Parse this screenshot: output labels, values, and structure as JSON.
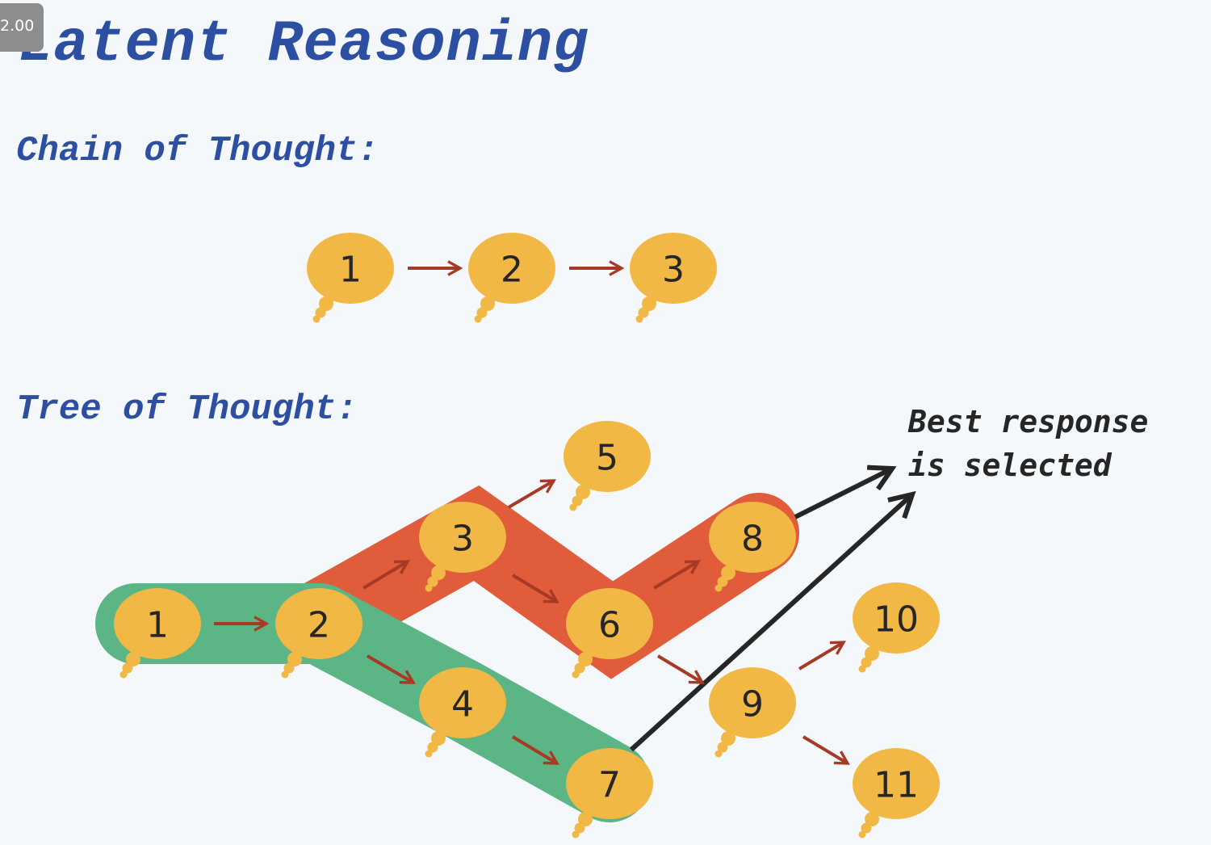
{
  "window": {
    "zoom_badge": "2.00"
  },
  "title": "Latent Reasoning",
  "chain_of_thought": {
    "heading": "Chain of Thought:",
    "steps": [
      "1",
      "2",
      "3"
    ]
  },
  "tree_of_thought": {
    "heading": "Tree of Thought:",
    "nodes": [
      "1",
      "2",
      "3",
      "4",
      "5",
      "6",
      "7",
      "8",
      "9",
      "10",
      "11"
    ],
    "edges": [
      [
        "1",
        "2"
      ],
      [
        "2",
        "3"
      ],
      [
        "2",
        "4"
      ],
      [
        "3",
        "5"
      ],
      [
        "3",
        "6"
      ],
      [
        "4",
        "7"
      ],
      [
        "6",
        "8"
      ],
      [
        "6",
        "9"
      ],
      [
        "9",
        "10"
      ],
      [
        "9",
        "11"
      ]
    ],
    "highlighted_paths": [
      {
        "color": "#e05c3a",
        "nodes": [
          "2",
          "3",
          "6",
          "8"
        ]
      },
      {
        "color": "#5cb585",
        "nodes": [
          "1",
          "2",
          "4",
          "7"
        ]
      }
    ],
    "selection_arrows_from": [
      "8",
      "7"
    ],
    "annotation": {
      "line1": "Best response",
      "line2": "is selected"
    }
  },
  "colors": {
    "title": "#2d4fa2",
    "bubble": "#f2b845",
    "arrow": "#a63a25",
    "selection_arrow": "#262626",
    "background": "#f4f8fb"
  }
}
